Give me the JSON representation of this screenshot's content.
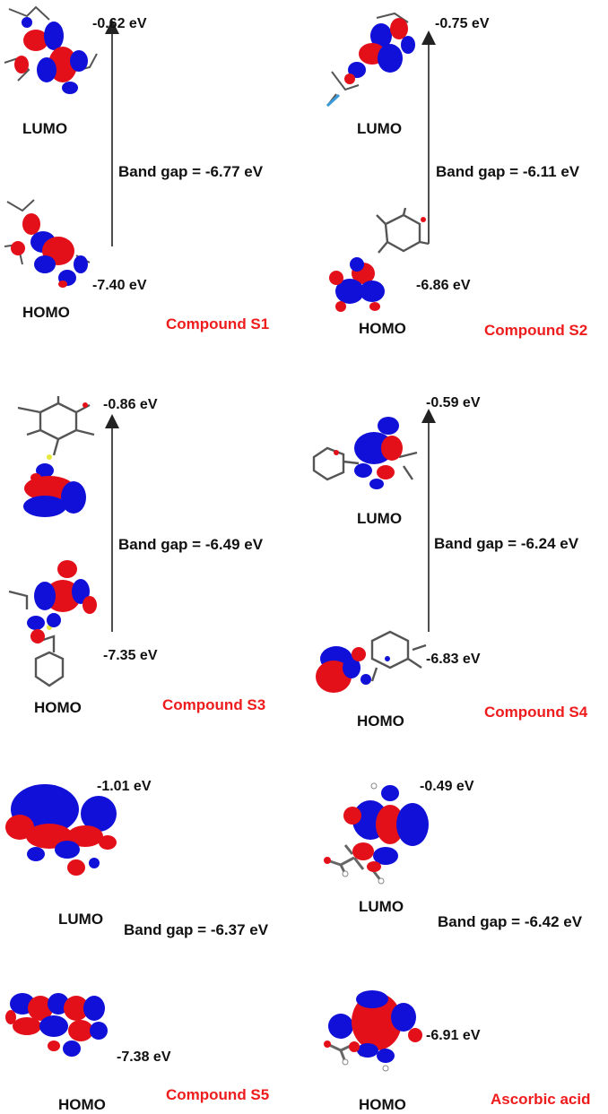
{
  "panels": [
    {
      "compound": "Compound S1",
      "lumo_label": "LUMO",
      "homo_label": "HOMO",
      "lumo_energy": "-0.62 eV",
      "homo_energy": "-7.40 eV",
      "band_gap": "Band gap = -6.77 eV"
    },
    {
      "compound": "Compound S2",
      "lumo_label": "LUMO",
      "homo_label": "HOMO",
      "lumo_energy": "-0.75 eV",
      "homo_energy": "-6.86 eV",
      "band_gap": "Band gap = -6.11 eV"
    },
    {
      "compound": "Compound S3",
      "lumo_label": "",
      "homo_label": "HOMO",
      "lumo_energy": "-0.86 eV",
      "homo_energy": "-7.35 eV",
      "band_gap": "Band gap = -6.49 eV"
    },
    {
      "compound": "Compound S4",
      "lumo_label": "LUMO",
      "homo_label": "HOMO",
      "lumo_energy": "-0.59 eV",
      "homo_energy": "-6.83 eV",
      "band_gap": "Band gap = -6.24 eV"
    },
    {
      "compound": "Compound S5",
      "lumo_label": "LUMO",
      "homo_label": "HOMO",
      "lumo_energy": "-1.01 eV",
      "homo_energy": "-7.38 eV",
      "band_gap": "Band gap = -6.37 eV"
    },
    {
      "compound": "Ascorbic acid",
      "lumo_label": "LUMO",
      "homo_label": "HOMO",
      "lumo_energy": "-0.49 eV",
      "homo_energy": "-6.91 eV",
      "band_gap": "Band gap = -6.42 eV"
    }
  ],
  "colors": {
    "orbital_positive": "#e3101a",
    "orbital_negative": "#1010d8",
    "compound_label": "#ee1c1c",
    "arrow": "#222222"
  }
}
